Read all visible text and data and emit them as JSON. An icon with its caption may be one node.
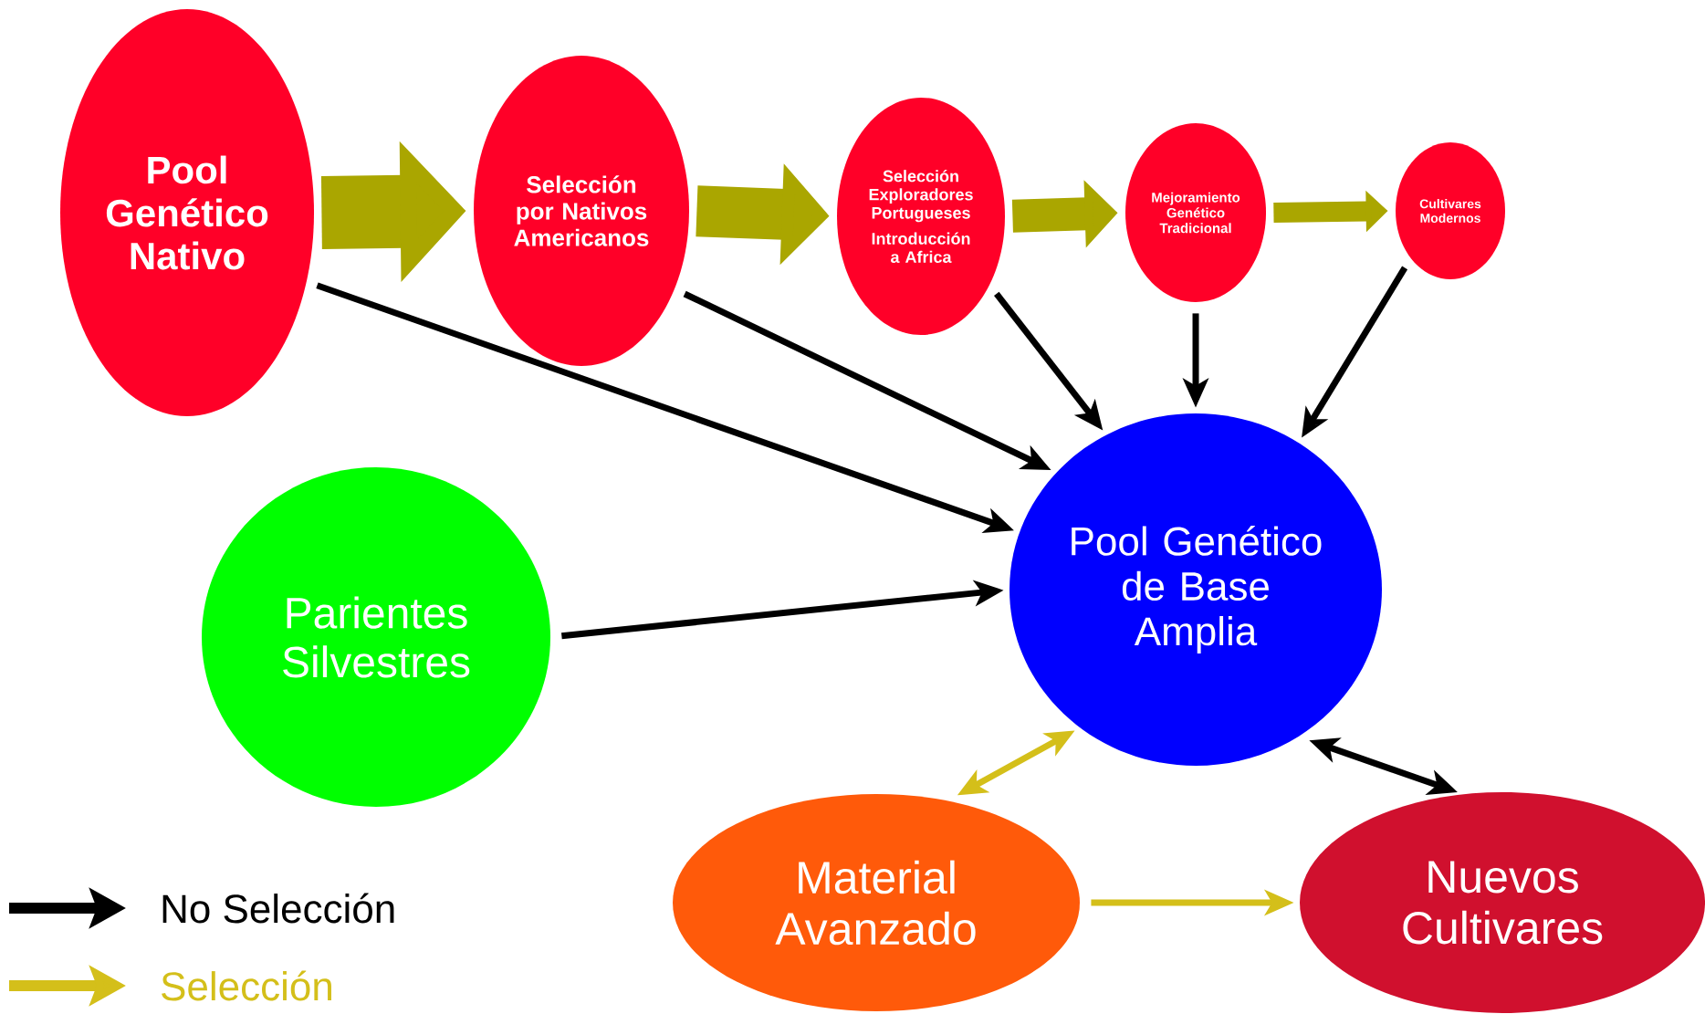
{
  "diagram": {
    "nodes": [
      {
        "text": [
          "Pool Genético Nativo"
        ]
      },
      {
        "text": [
          "Selección por Nativos Americanos"
        ]
      },
      {
        "text": [
          "Selección Exploradores Portugueses",
          "Introducción a Africa"
        ]
      },
      {
        "text": [
          "Mejoramiento Genético Tradicional"
        ]
      },
      {
        "text": [
          "Cultivares Modernos"
        ]
      },
      {
        "text": [
          "Pool Genético de Base Amplia"
        ]
      },
      {
        "text": [
          "Parientes Silvestres"
        ]
      },
      {
        "text": [
          "Material Avanzado"
        ]
      },
      {
        "text": [
          "Nuevos Cultivares"
        ]
      }
    ],
    "edges": [
      {
        "from": 0,
        "to": 1,
        "arrow": "to",
        "style": "thick",
        "color": "#aaa600"
      },
      {
        "from": 1,
        "to": 2,
        "arrow": "to",
        "style": "thick",
        "color": "#aaa600"
      },
      {
        "from": 2,
        "to": 3,
        "arrow": "to",
        "style": "thick",
        "color": "#aaa600"
      },
      {
        "from": 3,
        "to": 4,
        "arrow": "to",
        "style": "thick",
        "color": "#aaa600"
      },
      {
        "from": 0,
        "to": 5,
        "arrow": "to"
      },
      {
        "from": 1,
        "to": 5,
        "arrow": "to"
      },
      {
        "from": 2,
        "to": 5,
        "arrow": "to"
      },
      {
        "from": 3,
        "to": 5,
        "arrow": "to"
      },
      {
        "from": 4,
        "to": 5,
        "arrow": "to"
      },
      {
        "from": 6,
        "to": 5,
        "arrow": "to"
      },
      {
        "from": 7,
        "to": 5,
        "arrow": "both",
        "color": "#d4bf1a"
      },
      {
        "from": 5,
        "to": 8,
        "arrow": "both"
      },
      {
        "from": 7,
        "to": 8,
        "arrow": "to",
        "color": "#d4bf1a"
      }
    ],
    "legend": [
      {
        "text": "No Selección"
      },
      {
        "text": "Selección"
      }
    ]
  }
}
